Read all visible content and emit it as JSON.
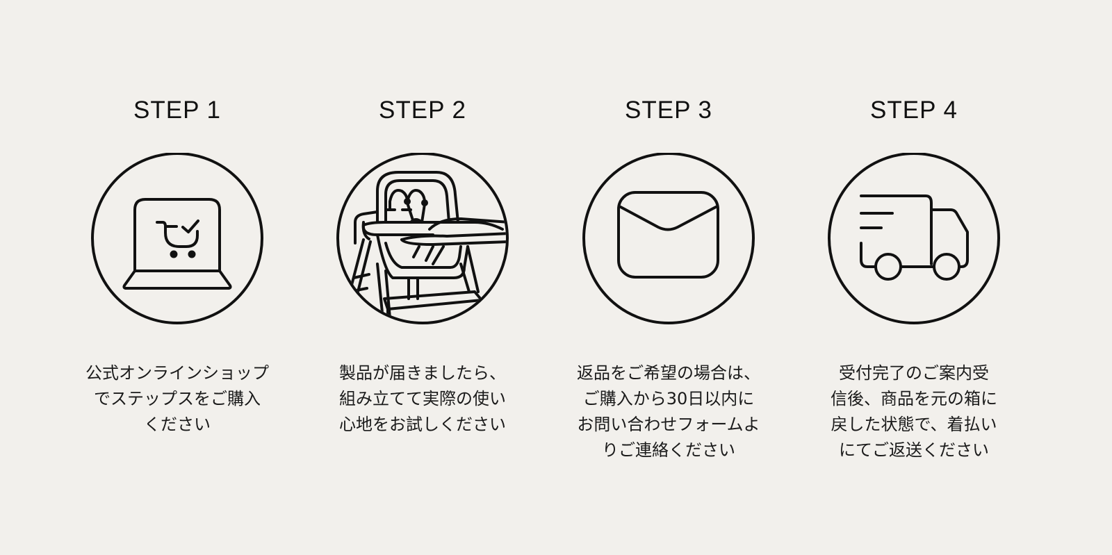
{
  "colors": {
    "background": "#f2f0ec",
    "ink": "#111111"
  },
  "steps": [
    {
      "title": "STEP 1",
      "icon": "laptop-cart-icon",
      "description": "公式オンラインショップ\nでステップスをご購入\nください"
    },
    {
      "title": "STEP 2",
      "icon": "high-chair-icon",
      "description": "製品が届きましたら、\n組み立てて実際の使い\n心地をお試しください"
    },
    {
      "title": "STEP 3",
      "icon": "envelope-icon",
      "description": "返品をご希望の場合は、\nご購入から30日以内に\nお問い合わせフォームよ\nりご連絡ください"
    },
    {
      "title": "STEP 4",
      "icon": "delivery-truck-icon",
      "description": "受付完了のご案内受\n信後、商品を元の箱に\n戻した状態で、着払い\nにてご返送ください"
    }
  ]
}
